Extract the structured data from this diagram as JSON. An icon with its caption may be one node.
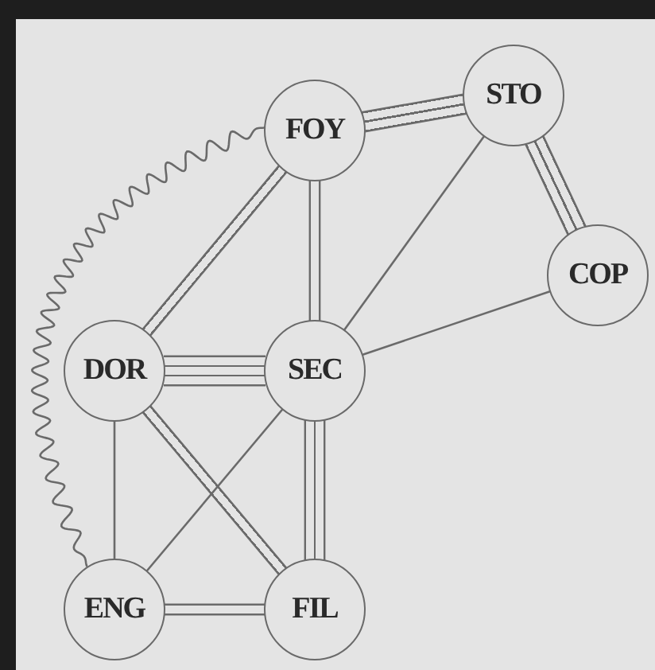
{
  "diagram": {
    "nodes": [
      {
        "text": [
          "FOY"
        ]
      },
      {
        "text": [
          "STO"
        ]
      },
      {
        "text": [
          "COP"
        ]
      },
      {
        "text": [
          "DOR"
        ]
      },
      {
        "text": [
          "SEC"
        ]
      },
      {
        "text": [
          "ENG"
        ]
      },
      {
        "text": [
          "FIL"
        ]
      }
    ],
    "edges": [
      {
        "from": 0,
        "to": 1,
        "arrow": "none"
      },
      {
        "from": 1,
        "to": 2,
        "arrow": "none"
      },
      {
        "from": 0,
        "to": 3,
        "arrow": "none"
      },
      {
        "from": 0,
        "to": 4,
        "arrow": "none"
      },
      {
        "from": 1,
        "to": 4,
        "arrow": "none"
      },
      {
        "from": 4,
        "to": 2,
        "arrow": "none"
      },
      {
        "from": 3,
        "to": 4,
        "arrow": "none"
      },
      {
        "from": 3,
        "to": 5,
        "arrow": "none"
      },
      {
        "from": 3,
        "to": 6,
        "arrow": "none"
      },
      {
        "from": 4,
        "to": 5,
        "arrow": "none"
      },
      {
        "from": 4,
        "to": 6,
        "arrow": "none"
      },
      {
        "from": 5,
        "to": 6,
        "arrow": "none"
      },
      {
        "from": 0,
        "to": 5,
        "arrow": "none"
      }
    ]
  }
}
